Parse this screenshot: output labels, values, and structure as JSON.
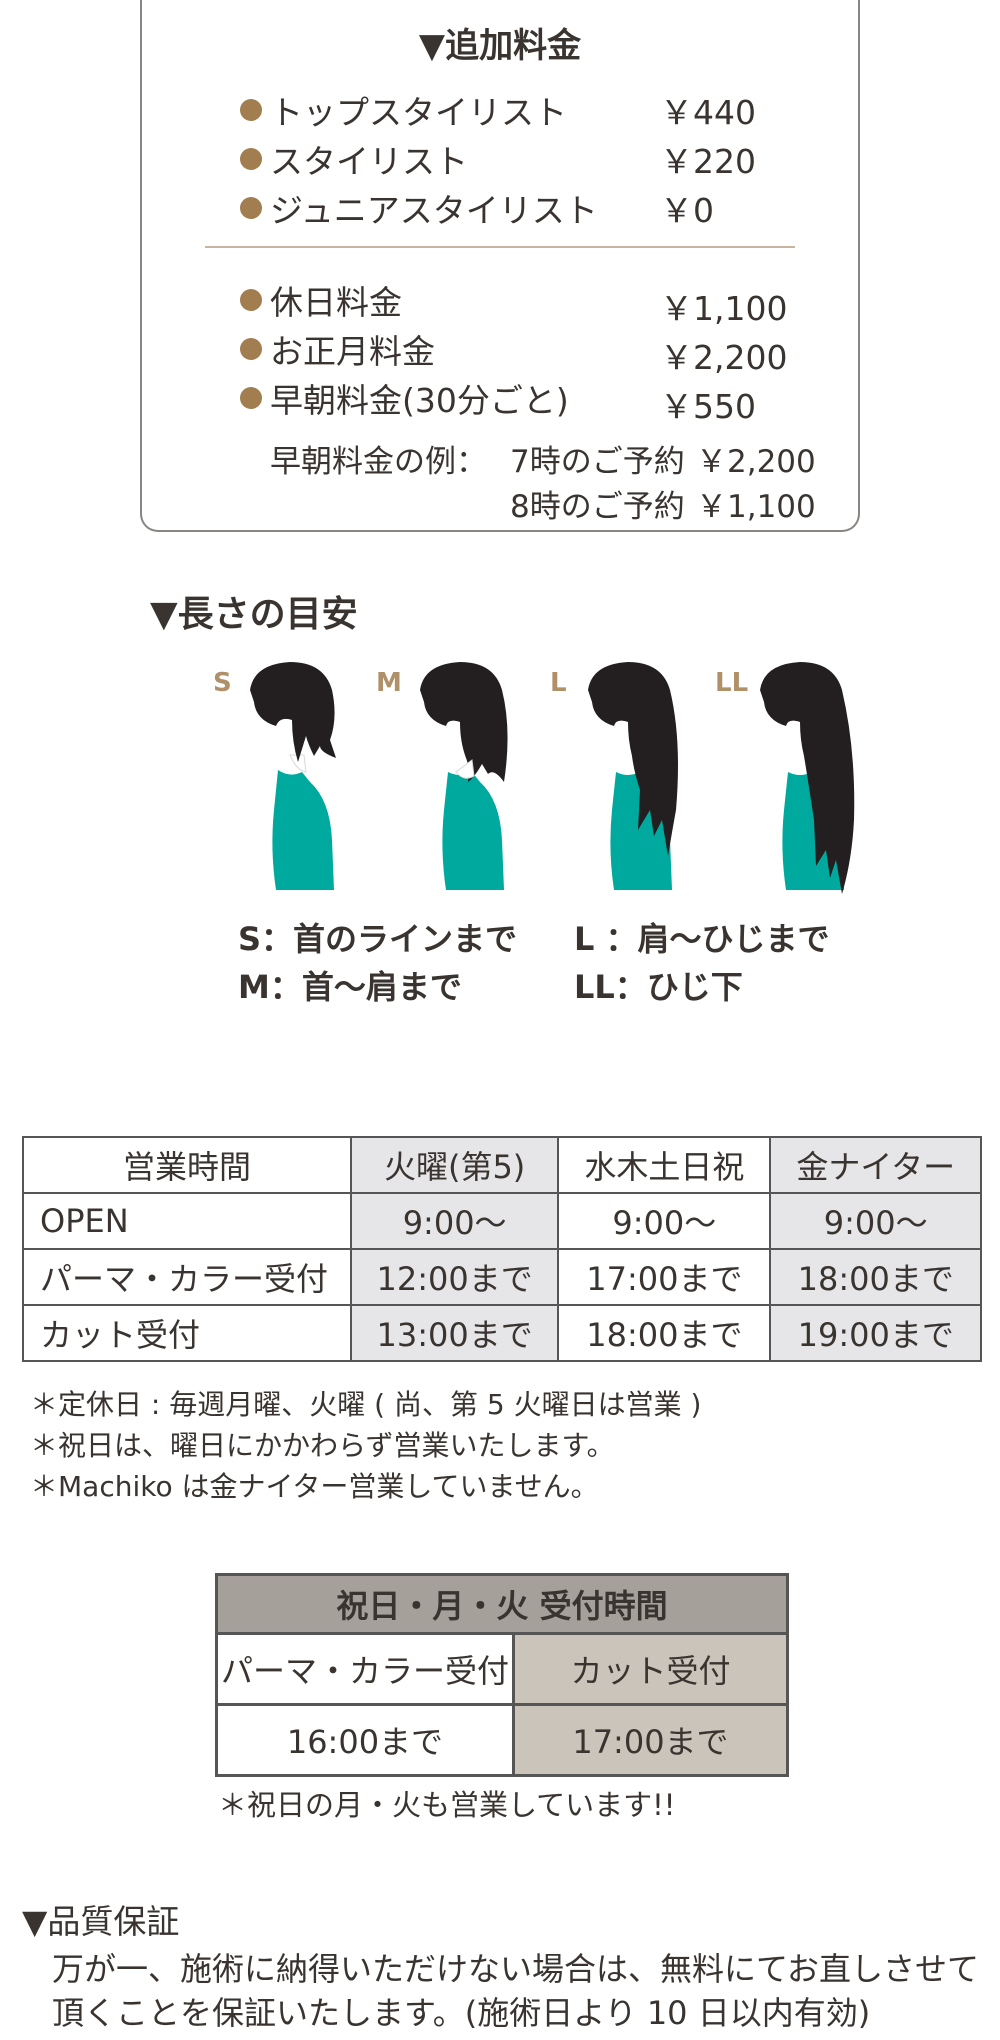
{
  "extra_fees": {
    "title": "▼追加料金",
    "stylist_fees": [
      {
        "label": "トップスタイリスト",
        "price": "￥440"
      },
      {
        "label": "スタイリスト",
        "price": "￥220"
      },
      {
        "label": "ジュニアスタイリスト",
        "price": "￥0"
      }
    ],
    "day_fees": [
      {
        "label": "休日料金",
        "price": "￥1,100"
      },
      {
        "label": "お正月料金",
        "price": "￥2,200"
      },
      {
        "label": "早朝料金(30分ごと)",
        "price": "￥550"
      }
    ],
    "example_label": "早朝料金の例：",
    "examples": [
      {
        "time": "7時のご予約",
        "price": "￥2,200"
      },
      {
        "time": "8時のご予約",
        "price": "￥1,100"
      }
    ]
  },
  "length_guide": {
    "title": "▼長さの目安",
    "sizes": [
      "S",
      "M",
      "L",
      "LL"
    ],
    "descriptions": {
      "s": "S：首のラインまで",
      "m": "M：首〜肩まで",
      "l": "L ：肩〜ひじまで",
      "ll": "LL：ひじ下"
    },
    "colors": {
      "hair": "#231f20",
      "shirt": "#00a99d",
      "tag": "#b09069"
    }
  },
  "hours": {
    "header": [
      "営業時間",
      "火曜(第5)",
      "水木土日祝",
      "金ナイター"
    ],
    "rows": [
      [
        "OPEN",
        "9:00〜",
        "9:00〜",
        "9:00〜"
      ],
      [
        "パーマ・カラー受付",
        "12:00まで",
        "17:00まで",
        "18:00まで"
      ],
      [
        "カット受付",
        "13:00まで",
        "18:00まで",
        "19:00まで"
      ]
    ],
    "notes": [
      "＊定休日 : 毎週月曜、火曜 ( 尚、第 5 火曜日は営業 )",
      "＊祝日は、曜日にかかわらず営業いたします。",
      "＊Machiko は金ナイター営業していません。"
    ]
  },
  "holiday_hours": {
    "title": "祝日・月・火 受付時間",
    "columns": [
      "パーマ・カラー受付",
      "カット受付"
    ],
    "values": [
      "16:00まで",
      "17:00まで"
    ],
    "note": "＊祝日の月・火も営業しています!!"
  },
  "guarantee": {
    "title": "▼品質保証",
    "lines": [
      "万が一、施術に納得いただけない場合は、無料にてお直しさせて",
      "頂くことを保証いたします。(施術日より 10 日以内有効)"
    ]
  }
}
